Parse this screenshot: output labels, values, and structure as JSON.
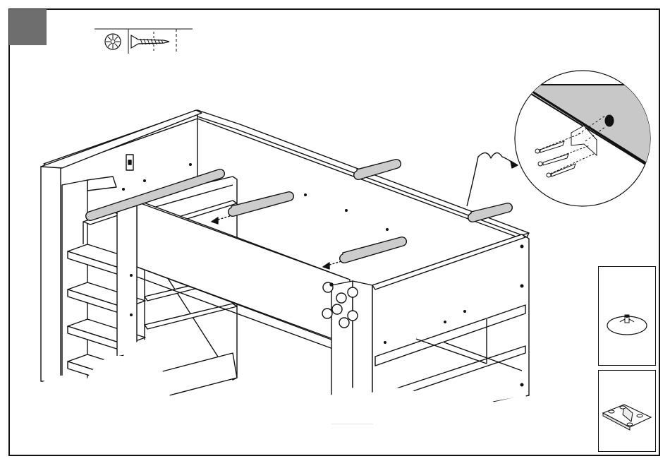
{
  "step_indicator": {
    "color": "#6e6e6e"
  },
  "hardware_legend": {
    "icons": [
      "dowel-end-icon",
      "wood-screw-icon"
    ]
  },
  "main_illustration": {
    "subject": "bed-frame-assembly",
    "dowel_color": "#cccccc",
    "line_color": "#111111"
  },
  "detail_callout": {
    "subject": "bracket-screw-detail",
    "wall_color": "#c8c8c8"
  },
  "parts_insets": [
    {
      "part": "leveling-foot"
    },
    {
      "part": "hinge-plate"
    }
  ]
}
